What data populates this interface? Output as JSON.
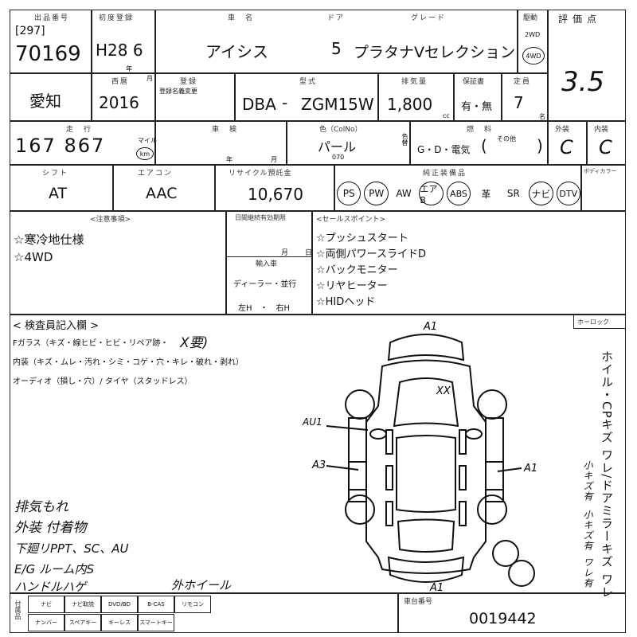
{
  "header": {
    "lot_label": "出品番号",
    "lot_prefix": "[297]",
    "lot_number": "70169",
    "first_reg_label": "初度登録",
    "first_reg": "H28 6",
    "year_unit": "年",
    "month_unit": "月",
    "car_name_label": "車　名",
    "car_name": "アイシス",
    "doors_label": "ドア",
    "doors": "5",
    "grade_label": "グレード",
    "grade": "プラタナVセレクション",
    "drive_label": "駆動",
    "drive_2wd": "2WD",
    "drive_4wd": "4WD",
    "score_label": "評価点",
    "score": "3.5"
  },
  "row2": {
    "location": "愛知",
    "year_label": "西暦",
    "year": "2016",
    "registration_label": "登録",
    "registration_note": "登録名義変更",
    "model_label": "型式",
    "model_prefix": "DBA",
    "model_dash": "-",
    "model": "ZGM15W",
    "displacement_label": "排気量",
    "displacement": "1,800",
    "cc_unit": "cc",
    "warranty_label": "保証書",
    "warranty": "有・無",
    "capacity_label": "定員",
    "capacity": "7",
    "capacity_unit": "名"
  },
  "row3": {
    "mileage_label": "走　行",
    "mileage": "167 867",
    "mile_unit": "マイル",
    "km_unit": "km",
    "inspection_label": "車　検",
    "year_unit": "年",
    "month_unit": "月",
    "color_label": "色（ColNo）",
    "color": "パール",
    "color_no": "070",
    "color_change_label": "色替",
    "fuel_label": "燃　料",
    "fuel": "G・D・電気",
    "fuel_other": "その他",
    "exterior_label": "外装",
    "exterior": "C",
    "interior_label": "内装",
    "interior": "C"
  },
  "row4": {
    "shift_label": "シフト",
    "shift": "AT",
    "aircon_label": "エアコン",
    "aircon": "AAC",
    "recycle_label": "リサイクル預託金",
    "recycle": "10,670",
    "equipment_label": "純正装備品",
    "equipment": [
      "PS",
      "PW",
      "AW",
      "エアB",
      "ABS",
      "革",
      "SR",
      "ナビ",
      "DTV"
    ],
    "equipment_circled": [
      true,
      true,
      false,
      true,
      true,
      false,
      false,
      true,
      true
    ],
    "tv_label": "ボディカラー"
  },
  "notes": {
    "caution_label": "<注意事項>",
    "caution_items": [
      "☆寒冷地仕様",
      "☆4WD"
    ],
    "mid_label": "日間継続有効期限",
    "mid_month": "月",
    "mid_day": "日",
    "import_label": "輸入車",
    "import_dealer": "ディーラー・並行",
    "import_handle": "左H　・　右H",
    "sales_label": "<セールスポイント>",
    "sales_items": [
      "☆プッシュスタート",
      "☆両側パワースライドD",
      "☆バックモニター",
      "☆リヤヒーター",
      "☆HIDヘッド"
    ]
  },
  "inspection": {
    "title": "< 検査員記入欄 >",
    "glass_line": "Fガラス（キズ・線ヒビ・ヒビ・リペア跡・",
    "glass_mark": "X要)",
    "interior_line": "内装（キズ・ムレ・汚れ・シミ・コゲ・穴・キレ・破れ・剥れ）",
    "audio_line": "オーディオ（損し・穴）/ タイヤ（スタッドレス）",
    "handwritten": [
      "排気もれ",
      "外装 付着物",
      "下廻リPPT、SC、AU",
      "E/G ルーム内S",
      "ハンドルハゲ"
    ],
    "bottom_note": "外ホイール"
  },
  "diagram": {
    "labels": [
      "A1",
      "XX",
      "AU1",
      "A3",
      "A1",
      "A1"
    ],
    "porokku": "ホーロック"
  },
  "side_notes": {
    "col1": "ホイル・CPキズ ワレ/ドアミラーキズ ワレ",
    "col2": [
      "小キズ有",
      "小キズ有",
      "ワレ有"
    ]
  },
  "footer": {
    "accessories_label": "付属品",
    "acc_row1": [
      "ナビ",
      "ナビ取説",
      "DVD/BD",
      "B-CAS",
      "リモコン"
    ],
    "acc_row2": [
      "ナンバー",
      "スペアキー",
      "キーレス",
      "スマートキー"
    ],
    "chassis_label": "車台番号",
    "chassis": "0019442"
  }
}
